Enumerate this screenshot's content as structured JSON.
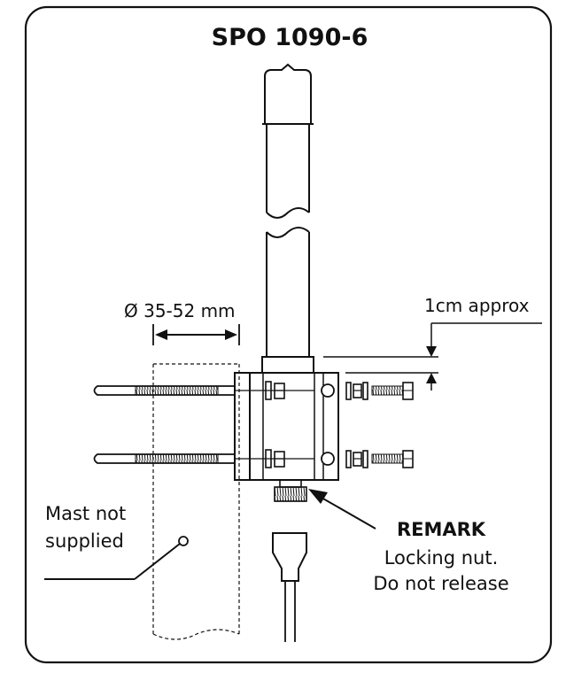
{
  "title": "SPO 1090-6",
  "labels": {
    "diameter": "Ø 35-52 mm",
    "offset": "1cm approx",
    "mast_line1": "Mast not",
    "mast_line2": "supplied",
    "remark_heading": "REMARK",
    "remark_line1": "Locking nut.",
    "remark_line2": "Do not release"
  },
  "colors": {
    "stroke": "#111111",
    "background": "#ffffff"
  }
}
